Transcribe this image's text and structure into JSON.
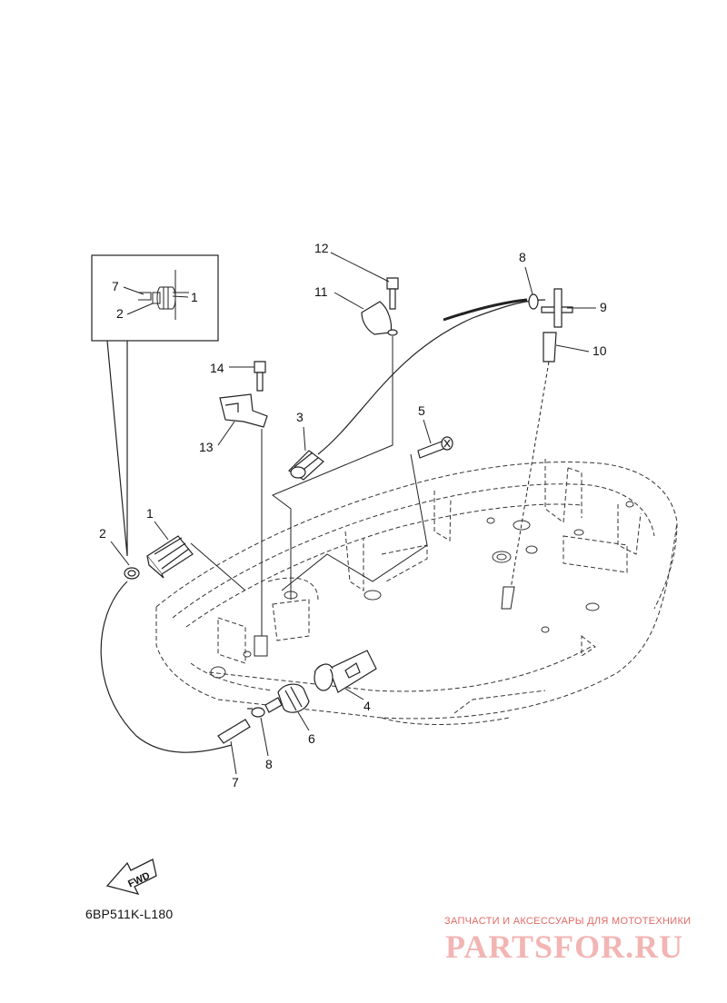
{
  "diagram": {
    "drawing_code": "6BP511K-L180",
    "fwd_label": "FWD",
    "callouts": {
      "inset_7": "7",
      "inset_2": "2",
      "inset_1": "1",
      "c1": "1",
      "c2": "2",
      "c3": "3",
      "c4": "4",
      "c5": "5",
      "c6": "6",
      "c7": "7",
      "c8_top": "8",
      "c8_bottom": "8",
      "c9": "9",
      "c10": "10",
      "c11": "11",
      "c12": "12",
      "c13": "13",
      "c14": "14"
    }
  },
  "watermark": {
    "tagline": "ЗАПЧАСТИ И АКСЕССУАРЫ ДЛЯ МОТОТЕХНИКИ",
    "brand": "PARTSFOR.RU"
  }
}
